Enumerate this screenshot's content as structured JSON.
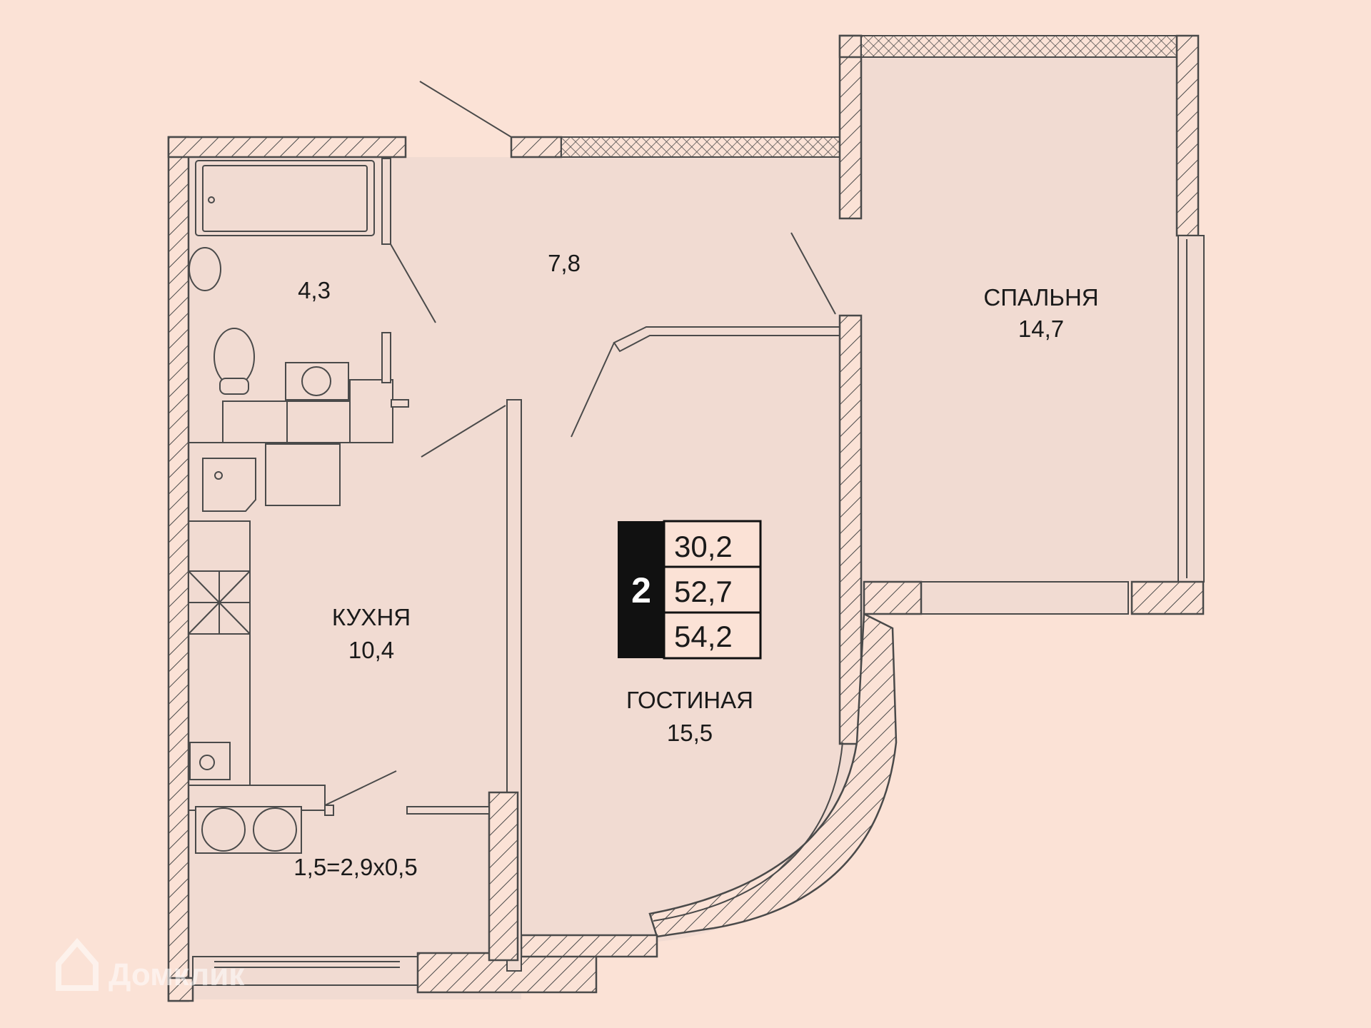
{
  "apartment": {
    "rooms_count": "2",
    "areas": [
      "30,2",
      "52,7",
      "54,2"
    ]
  },
  "rooms": {
    "bathroom": {
      "area": "4,3"
    },
    "hallway": {
      "area": "7,8"
    },
    "bedroom": {
      "name": "СПАЛЬНЯ",
      "area": "14,7"
    },
    "kitchen": {
      "name": "КУХНЯ",
      "area": "10,4"
    },
    "living": {
      "name": "ГОСТИНАЯ",
      "area": "15,5"
    },
    "balcony": {
      "area": "1,5=2,9x0,5"
    }
  },
  "watermark": {
    "text": "Домклик",
    "icon": "house-logo-icon"
  },
  "colors": {
    "background": "#fbe2d6",
    "floor": "#f1dbd2",
    "wall_stroke": "#4a4a4a",
    "badge": "#111111"
  }
}
